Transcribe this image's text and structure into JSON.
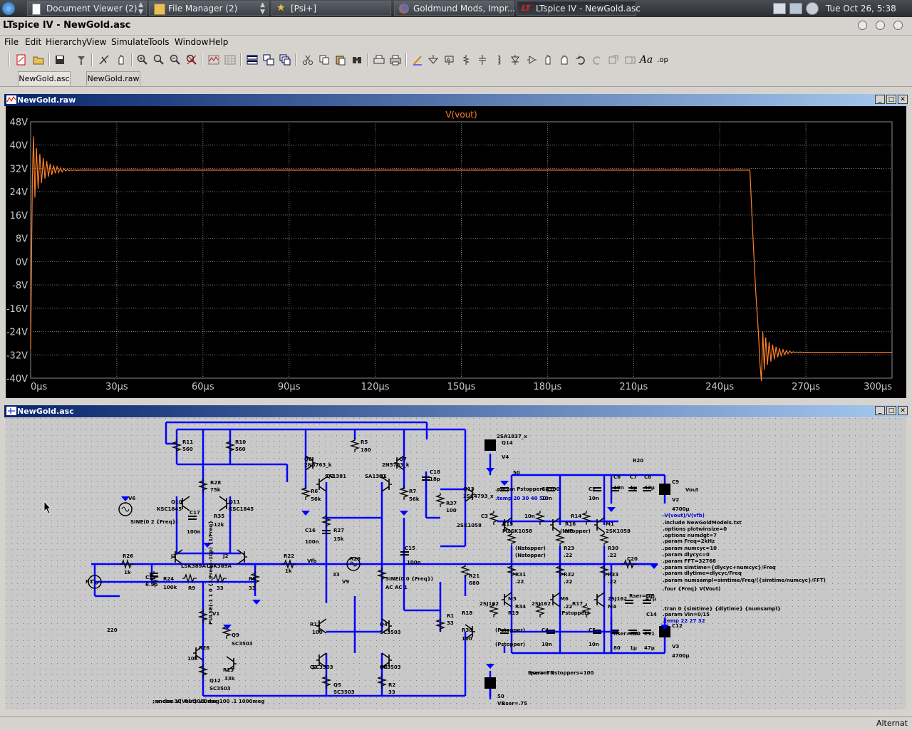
{
  "taskbar": {
    "tasks": [
      {
        "label": "Document Viewer (2)"
      },
      {
        "label": "File Manager (2)"
      },
      {
        "label": "[Psi+]"
      },
      {
        "label": "Goldmund Mods, Impr..."
      },
      {
        "label": "LTspice IV - NewGold.asc"
      }
    ],
    "clock": "Tue Oct 26,  5:38 AM"
  },
  "app": {
    "title": "LTspice IV - NewGold.asc"
  },
  "menu": [
    "File",
    "Edit",
    "Hierarchy",
    "View",
    "Simulate",
    "Tools",
    "Window",
    "Help"
  ],
  "tabs": [
    "NewGold.asc",
    "NewGold.raw"
  ],
  "waveform": {
    "window_title": "NewGold.raw",
    "trace_label": "V(vout)",
    "trace_color": "#ff7f27"
  },
  "chart_data": {
    "type": "line",
    "title": "V(vout)",
    "x_ticks": [
      "0µs",
      "30µs",
      "60µs",
      "90µs",
      "120µs",
      "150µs",
      "180µs",
      "210µs",
      "240µs",
      "270µs",
      "300µs"
    ],
    "y_ticks": [
      "48V",
      "40V",
      "32V",
      "24V",
      "16V",
      "8V",
      "0V",
      "-8V",
      "-16V",
      "-24V",
      "-32V",
      "-40V"
    ],
    "xlim_us": [
      0,
      300
    ],
    "ylim_v": [
      -40,
      48
    ],
    "grid": true,
    "series": [
      {
        "name": "V(vout)",
        "x_us": [
          0,
          0.2,
          0.6,
          1,
          1.5,
          2,
          2.6,
          3.2,
          3.8,
          4.4,
          5,
          5.6,
          6.2,
          6.8,
          7.4,
          8,
          8.6,
          9.2,
          9.8,
          10.4,
          11,
          11.6,
          12.2,
          12.8,
          13.4,
          14,
          14.6,
          15.2,
          16,
          17,
          18,
          20,
          25,
          50,
          100,
          150,
          200,
          250.5,
          251.5,
          252.5,
          253.5,
          254,
          254.5,
          255,
          255.5,
          256,
          256.6,
          257.2,
          257.8,
          258.4,
          259,
          259.6,
          260.2,
          260.8,
          261.4,
          262,
          262.6,
          263.2,
          263.8,
          264.4,
          265,
          265.6,
          266.2,
          266.8,
          267.4,
          268,
          269,
          270,
          272,
          275,
          280,
          300
        ],
        "y_v": [
          -30,
          -10,
          28,
          43,
          22,
          39,
          25,
          37,
          27,
          35.5,
          28.5,
          34.5,
          29.2,
          33.6,
          29.8,
          33,
          30.3,
          32.6,
          30.6,
          32.2,
          30.8,
          31.9,
          31.1,
          31.6,
          31.2,
          31.5,
          31.3,
          31.45,
          31.35,
          31.4,
          31.4,
          31.4,
          31.4,
          31.4,
          31.4,
          31.4,
          31.4,
          31.4,
          10,
          -10,
          -25,
          -35,
          -41,
          -24,
          -37,
          -26,
          -35.5,
          -27.5,
          -34.3,
          -28.5,
          -33.5,
          -29.2,
          -32.8,
          -29.8,
          -32.3,
          -30.2,
          -31.9,
          -30.5,
          -31.6,
          -30.7,
          -31.4,
          -30.9,
          -31.2,
          -31,
          -31.15,
          -31.05,
          -31.1,
          -31.1,
          -31.1,
          -31.1,
          -31.1,
          -31.1
        ]
      }
    ]
  },
  "schematic": {
    "window_title": "NewGold.asc",
    "wire_color": "#0000ff",
    "labels": [
      "R11",
      "560",
      "R10",
      "560",
      "Q8",
      "2N5763_k",
      "R5",
      "180",
      "Q7",
      "2N5763_k",
      "C18",
      "18p",
      "SA1381",
      "SA1381",
      "Q2",
      "Q1",
      "R6",
      "56k",
      "R7",
      "56k",
      "Q13",
      "2SC4793_x",
      "R37",
      "100",
      "Q10",
      "KSC1845",
      "Q11",
      "KSC1845",
      "R28",
      "75k",
      "C17",
      "100n",
      "R35",
      "12k",
      "SINE(0 2 {Freq})",
      "V6",
      "C16",
      "100n",
      "R27",
      "15k",
      "C15",
      "100n",
      "J1",
      "J2",
      "LSK389A",
      "LSK389A",
      "R22",
      "1k",
      "Vfb",
      "R26",
      "1k",
      "C13",
      "6.5p",
      "R24",
      "100k",
      "R9",
      "33",
      "R8",
      "33",
      "R29",
      "33",
      "V9",
      "SINE(0 0 {Freq})",
      "AC AC 1",
      "R21",
      "680",
      "R3",
      "220",
      "V1",
      "PULSE(-1 1 0 {1/Freq}-10p) {1/Freq}",
      "R26",
      "10k",
      "Q9",
      "SC3503",
      "R13",
      "33k",
      "Q12",
      "SC3503",
      "R12",
      "100",
      "Q4",
      "SC3503",
      "Q3",
      "SC3503",
      "Q6",
      "SC3503",
      "Q5",
      "SC3503",
      "R2",
      "33",
      "R1",
      "33",
      "R38",
      "100",
      "2SA1837_x",
      "Q14",
      "V4",
      "Rser=.75",
      "50",
      "V5",
      "50",
      "Rser=.75",
      ".param Nstoppers=100",
      ".param Pstoppers=100",
      ".temp 20 30 40 50",
      "C1",
      "10n",
      "C2",
      "10n",
      "C3",
      "10n",
      "R14",
      "R15",
      "R16",
      "M1",
      "M2",
      "M3",
      "2SK1058",
      "2SK1058",
      "2SK1058",
      "(Nstopper)",
      "(Nstopper)",
      "(Nstopper)",
      "R23",
      ".22",
      "R30",
      ".22",
      "R31",
      ".22",
      "R32",
      ".22",
      "R33",
      ".22",
      "R34",
      ".22",
      "M4",
      "M5",
      "M6",
      "2SJ162",
      "2SJ162",
      "2SJ162",
      "R17",
      "R18",
      "R19",
      "(Pstopper)",
      "(Pstopper)",
      "(Pstopper)",
      "C4",
      "10n",
      "C5",
      "10n",
      "C6",
      "10n",
      "C7",
      "1µ",
      "C8",
      "47µ",
      "C9",
      "4700µ",
      "V2",
      "Rser=.75",
      "80",
      "C10",
      "1µ",
      "C11",
      "47µ",
      "C12",
      "4700µ",
      "V3",
      "Rser=.75",
      "80",
      "C14",
      "C20",
      "47µ",
      "R20",
      "Vout",
      "-V(vout)/V(vfb)",
      ".include NewGoldModels.txt",
      ".options plotwinsize=0",
      ".options numdgt=7",
      ".param Freq=2kHz",
      ".param numcyc=10",
      ".param dlycyc=0",
      ".param FFT=32768",
      ".param simtime={dlycyc+numcyc}/Freq",
      ".param dlytime=dlycyc/Freq",
      ".param numsampl=simtime/Freq/({simtime/numcyc}/FFT)",
      ".four {Freq} V(Vout)",
      ".tran 0 {simtime} {dlytime} {numsampl}",
      ".param Vin=0/15",
      ".temp 22 27 32",
      ";ac dec 30 .01 1000meg",
      ";noise V(Vout) V3 dec 100 .1 1000meg"
    ]
  },
  "statusbar": {
    "text": "Alternat"
  }
}
